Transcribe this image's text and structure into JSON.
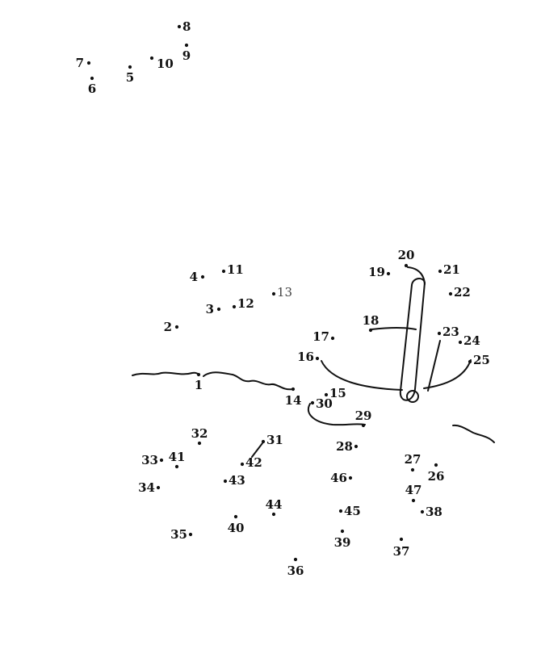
{
  "puzzle": {
    "points": [
      {
        "n": "1"
      },
      {
        "n": "2"
      },
      {
        "n": "3"
      },
      {
        "n": "4"
      },
      {
        "n": "5"
      },
      {
        "n": "6"
      },
      {
        "n": "7"
      },
      {
        "n": "8"
      },
      {
        "n": "9"
      },
      {
        "n": "10"
      },
      {
        "n": "11"
      },
      {
        "n": "12"
      },
      {
        "n": "13"
      },
      {
        "n": "14"
      },
      {
        "n": "15"
      },
      {
        "n": "16"
      },
      {
        "n": "17"
      },
      {
        "n": "18"
      },
      {
        "n": "19"
      },
      {
        "n": "20"
      },
      {
        "n": "21"
      },
      {
        "n": "22"
      },
      {
        "n": "23"
      },
      {
        "n": "24"
      },
      {
        "n": "25"
      },
      {
        "n": "26"
      },
      {
        "n": "27"
      },
      {
        "n": "28"
      },
      {
        "n": "29"
      },
      {
        "n": "30"
      },
      {
        "n": "31"
      },
      {
        "n": "32"
      },
      {
        "n": "33"
      },
      {
        "n": "34"
      },
      {
        "n": "35"
      },
      {
        "n": "36"
      },
      {
        "n": "37"
      },
      {
        "n": "38"
      },
      {
        "n": "39"
      },
      {
        "n": "40"
      },
      {
        "n": "41"
      },
      {
        "n": "42"
      },
      {
        "n": "43"
      },
      {
        "n": "44"
      },
      {
        "n": "45"
      },
      {
        "n": "46"
      },
      {
        "n": "47"
      }
    ]
  },
  "colors": {
    "ink": "#111111",
    "paper": "#ffffff"
  }
}
